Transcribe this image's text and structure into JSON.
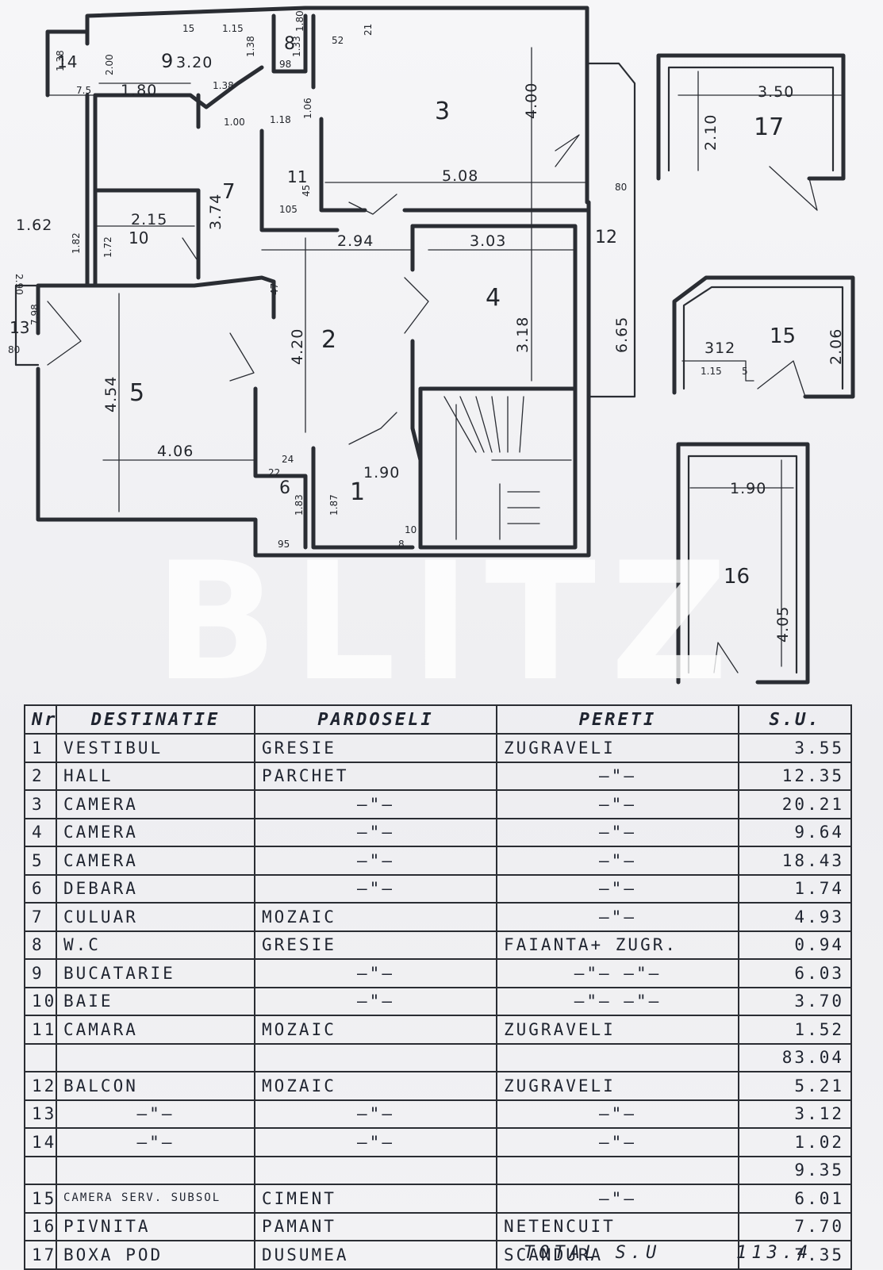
{
  "plan": {
    "room_numbers": [
      "1",
      "2",
      "3",
      "4",
      "5",
      "6",
      "7",
      "8",
      "9",
      "10",
      "11",
      "12",
      "13",
      "14",
      "15",
      "16",
      "17"
    ],
    "dimensions": [
      "15",
      "1.15",
      "1.38",
      "52",
      "21",
      "3.20",
      "2.00",
      "1.38",
      "1.80",
      "7.5",
      "1.38",
      "1.33",
      "98",
      "1.80",
      "1.00",
      "1.18",
      "1.06",
      "4.00",
      "5.08",
      "80",
      "3.74",
      "45",
      "105",
      "2.15",
      "1.62",
      "1.82",
      "1.72",
      "2.94",
      "3.03",
      "2.90",
      "7.98",
      "80",
      "4.20",
      "47",
      "3.18",
      "6.65",
      "4.54",
      "4.06",
      "24",
      "22",
      "1.83",
      "1.87",
      "1.90",
      "95",
      "10",
      "8",
      "3.50",
      "2.10",
      "312",
      "1.15",
      "5",
      "2.06",
      "1.90",
      "4.05"
    ]
  },
  "watermark": "BLITZ",
  "legend": {
    "headers": [
      "Nr.",
      "DESTINATIE",
      "PARDOSELI",
      "PERETI",
      "S.U."
    ],
    "rows": [
      {
        "nr": "1",
        "dest": "VESTIBUL",
        "pard": "GRESIE",
        "per": "ZUGRAVELI",
        "su": "3.55"
      },
      {
        "nr": "2",
        "dest": "HALL",
        "pard": "PARCHET",
        "per": "–\"–",
        "su": "12.35"
      },
      {
        "nr": "3",
        "dest": "CAMERA",
        "pard": "–\"–",
        "per": "–\"–",
        "su": "20.21"
      },
      {
        "nr": "4",
        "dest": "CAMERA",
        "pard": "–\"–",
        "per": "–\"–",
        "su": "9.64"
      },
      {
        "nr": "5",
        "dest": "CAMERA",
        "pard": "–\"–",
        "per": "–\"–",
        "su": "18.43"
      },
      {
        "nr": "6",
        "dest": "DEBARA",
        "pard": "–\"–",
        "per": "–\"–",
        "su": "1.74"
      },
      {
        "nr": "7",
        "dest": "CULUAR",
        "pard": "MOZAIC",
        "per": "–\"–",
        "su": "4.93"
      },
      {
        "nr": "8",
        "dest": "W.C",
        "pard": "GRESIE",
        "per": "FAIANTA+ ZUGR.",
        "su": "0.94"
      },
      {
        "nr": "9",
        "dest": "BUCATARIE",
        "pard": "–\"–",
        "per": "–\"–    –\"–",
        "su": "6.03"
      },
      {
        "nr": "10",
        "dest": "BAIE",
        "pard": "–\"–",
        "per": "–\"–    –\"–",
        "su": "3.70"
      },
      {
        "nr": "11",
        "dest": "CAMARA",
        "pard": "MOZAIC",
        "per": "ZUGRAVELI",
        "su": "1.52"
      },
      {
        "nr": "",
        "dest": "",
        "pard": "",
        "per": "",
        "su": "83.04"
      },
      {
        "nr": "12",
        "dest": "BALCON",
        "pard": "MOZAIC",
        "per": "ZUGRAVELI",
        "su": "5.21"
      },
      {
        "nr": "13",
        "dest": "–\"–",
        "pard": "–\"–",
        "per": "–\"–",
        "su": "3.12"
      },
      {
        "nr": "14",
        "dest": "–\"–",
        "pard": "–\"–",
        "per": "–\"–",
        "su": "1.02"
      },
      {
        "nr": "",
        "dest": "",
        "pard": "",
        "per": "",
        "su": "9.35"
      },
      {
        "nr": "15",
        "dest": "CAMERA SERV. SUBSOL",
        "pard": "CIMENT",
        "per": "–\"–",
        "su": "6.01"
      },
      {
        "nr": "16",
        "dest": "PIVNITA",
        "pard": "PAMANT",
        "per": "NETENCUIT",
        "su": "7.70"
      },
      {
        "nr": "17",
        "dest": "BOXA POD",
        "pard": "DUSUMEA",
        "per": "SCANDURA",
        "su": "7.35"
      }
    ],
    "total_label": "TOTAL S.U",
    "total_value": "113.4"
  }
}
